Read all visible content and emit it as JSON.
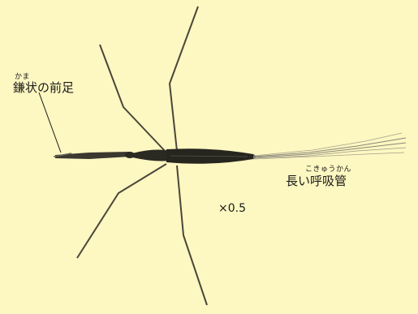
{
  "labels": {
    "front_legs": {
      "text": "鎌状の前足",
      "ruby": "かま"
    },
    "siphon": {
      "text": "長い呼吸管",
      "ruby": "こきゅうかん"
    },
    "scale": "×0.5"
  },
  "colors": {
    "background": "#fdf7c1",
    "insect": "#2a2a22",
    "leg": "#4a463a",
    "text": "#1a1a1a"
  }
}
